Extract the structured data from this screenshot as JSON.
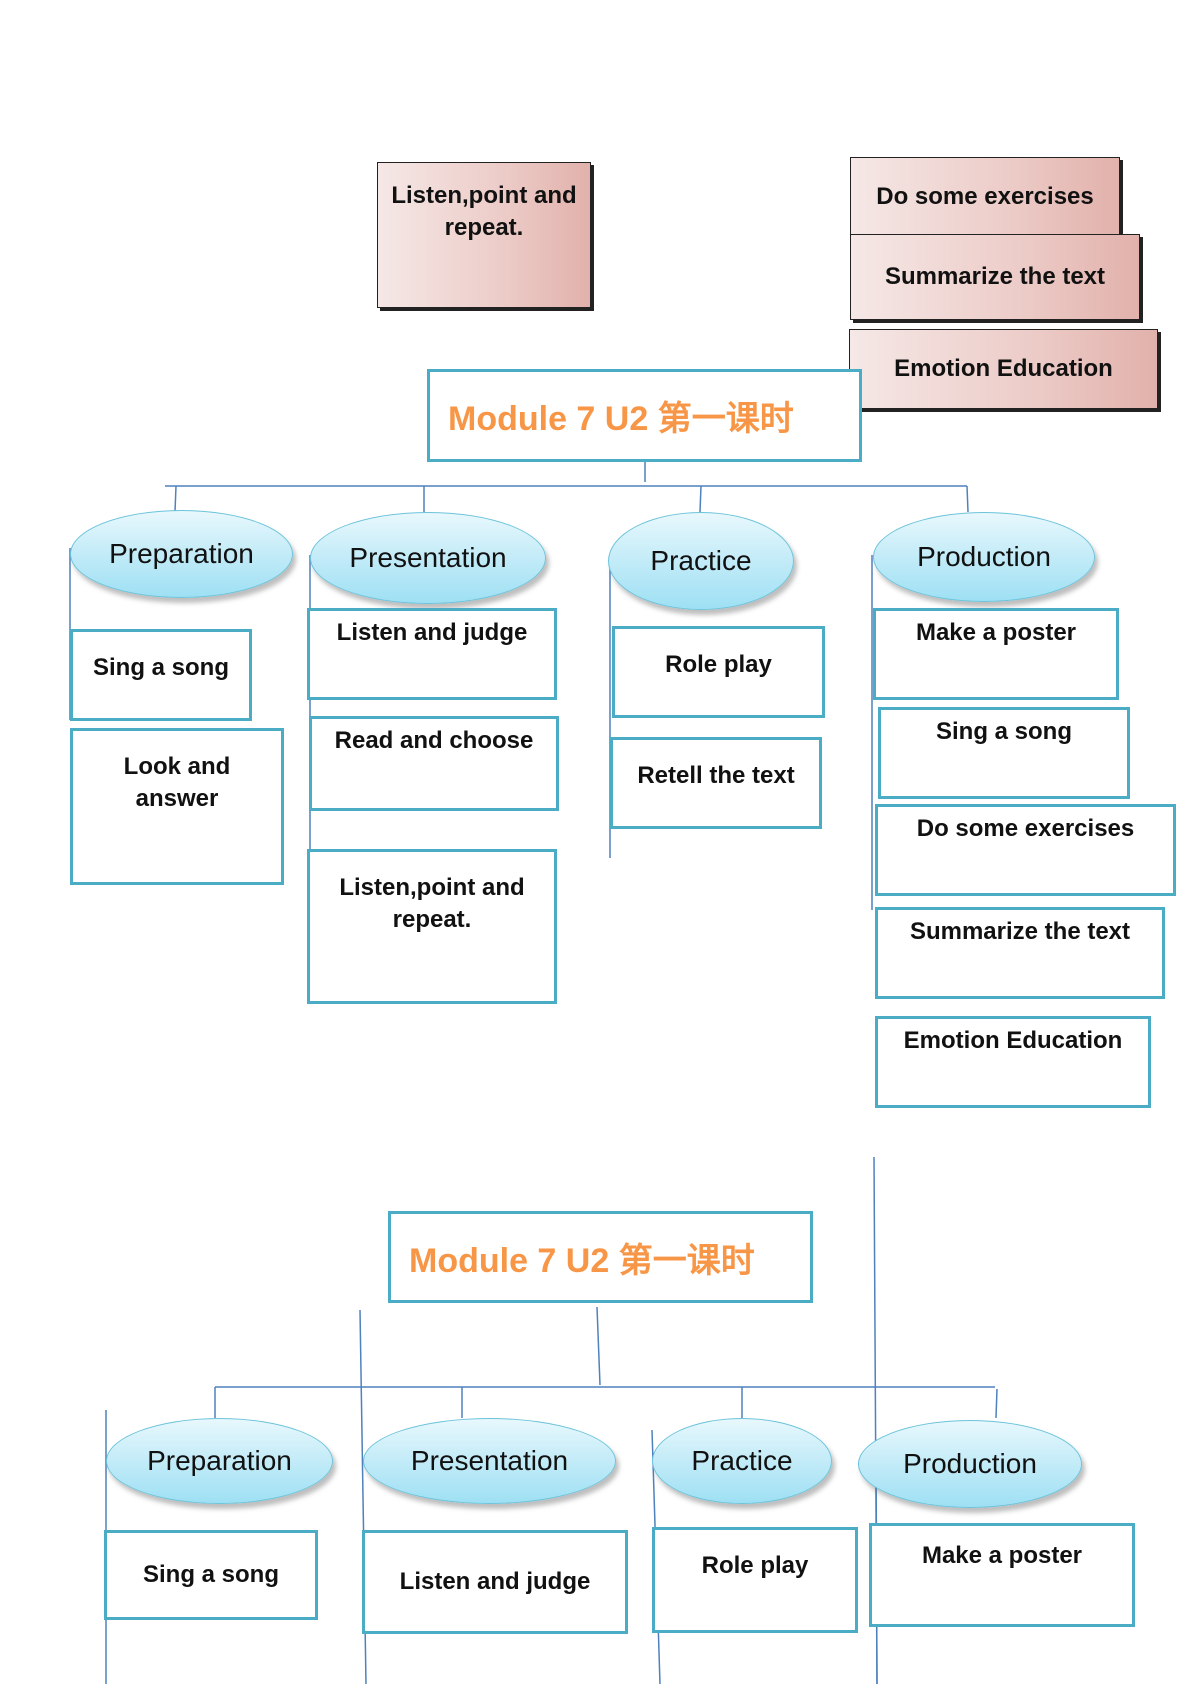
{
  "top_diagram": {
    "title": "Module 7 U2 第一课时",
    "floating_notes": {
      "listen_point": "Listen,point and repeat.",
      "exercises": "Do some exercises",
      "summarize": "Summarize the text",
      "emotion": "Emotion Education"
    },
    "stages": {
      "preparation": {
        "label": "Preparation",
        "activities": [
          "Sing a song",
          "Look and answer"
        ]
      },
      "presentation": {
        "label": "Presentation",
        "activities": [
          "Listen and judge",
          "Read and choose",
          "Listen,point and repeat."
        ]
      },
      "practice": {
        "label": "Practice",
        "activities": [
          "Role play",
          "Retell the text"
        ]
      },
      "production": {
        "label": "Production",
        "activities": [
          "Make a poster",
          "Sing a song",
          "Do some exercises",
          "Summarize the text",
          "Emotion Education"
        ]
      }
    }
  },
  "bottom_diagram": {
    "title": "Module 7 U2 第一课时",
    "stages": {
      "preparation": {
        "label": "Preparation",
        "activities": [
          "Sing a song"
        ]
      },
      "presentation": {
        "label": "Presentation",
        "activities": [
          "Listen and judge"
        ]
      },
      "practice": {
        "label": "Practice",
        "activities": [
          "Role play"
        ]
      },
      "production": {
        "label": "Production",
        "activities": [
          "Make a poster"
        ]
      }
    }
  },
  "colors": {
    "title_text": "#f79646",
    "box_border": "#4bacc6",
    "connector": "#4f81bd",
    "ellipse_fill": "#bfeaf7"
  }
}
